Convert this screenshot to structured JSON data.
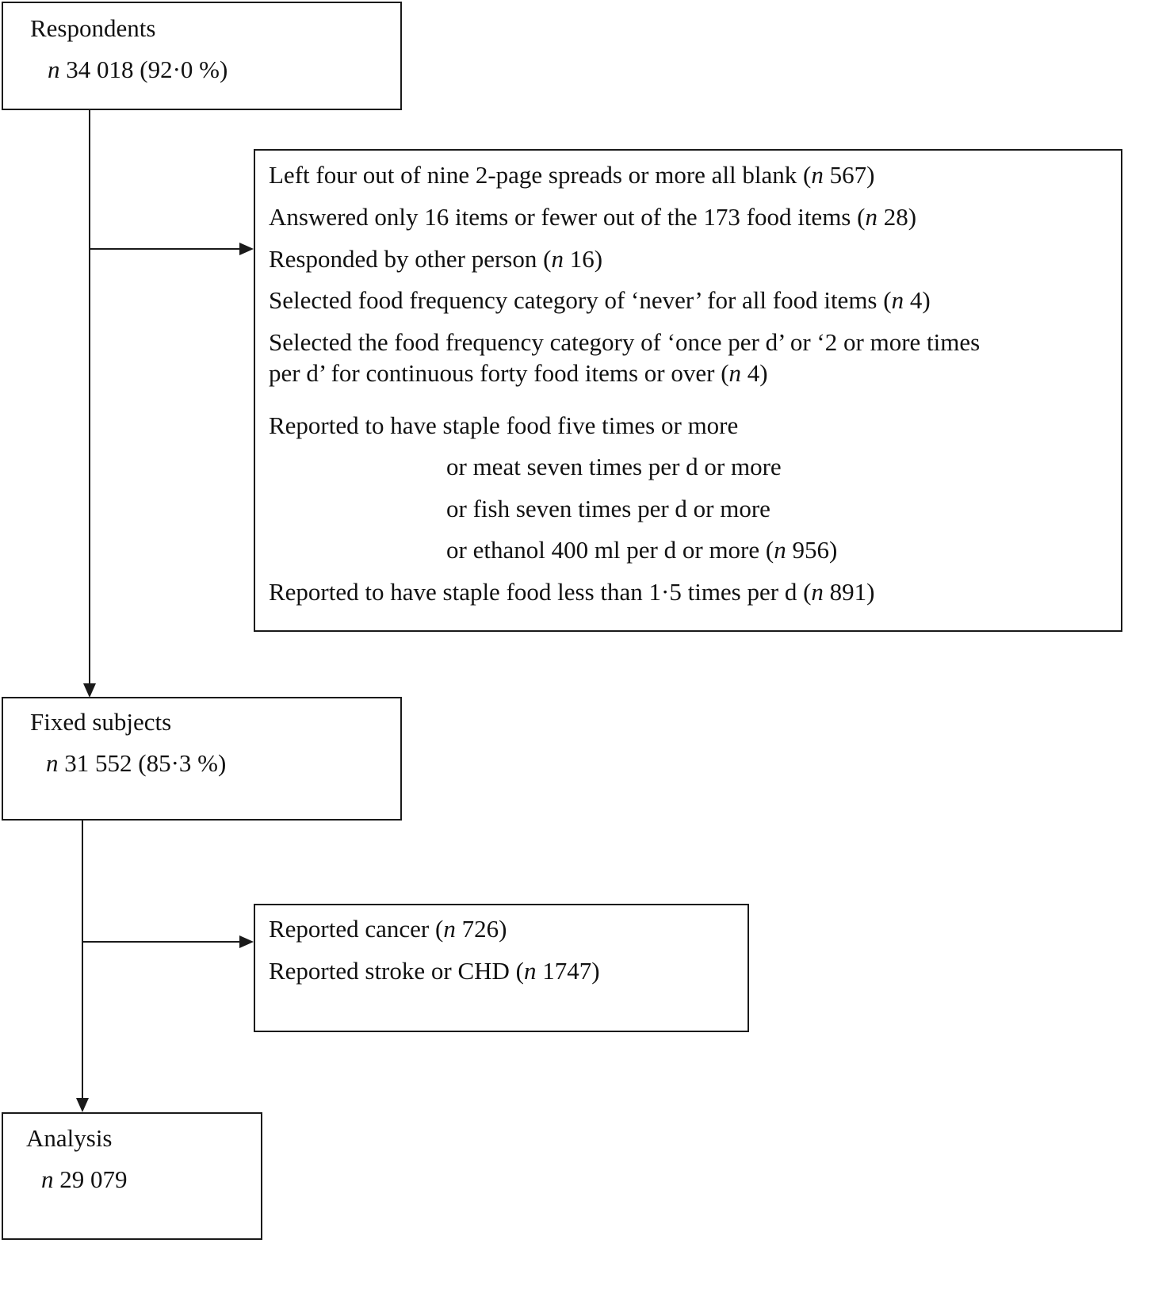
{
  "respondents": {
    "title": "Respondents",
    "n_prefix": "n",
    "count": "34 018 (92·0 %)"
  },
  "exclusions_1": {
    "items": [
      {
        "text": "Left four out of nine 2-page spreads or more all blank (",
        "n": "n",
        "value": " 567)"
      },
      {
        "text": "Answered only 16 items or fewer out of the 173 food items (",
        "n": "n",
        "value": " 28)"
      },
      {
        "text": "Responded by other person (",
        "n": "n",
        "value": " 16)"
      },
      {
        "text": "Selected food frequency category of ‘never’ for all food items (",
        "n": "n",
        "value": " 4)"
      },
      {
        "text": "Selected the food frequency category of ‘once per d’ or ‘2 or more times",
        "continuation": "per d’ for continuous forty food items or over (",
        "n": "n",
        "value": " 4)"
      },
      {
        "text": "Reported to have staple food five times or more"
      },
      {
        "text": "or meat seven times per d or more"
      },
      {
        "text": "or fish seven times per d or more"
      },
      {
        "text": "or ethanol 400 ml per d or more (",
        "n": "n",
        "value": " 956)"
      },
      {
        "text": "Reported to have staple food less than 1·5 times per d (",
        "n": "n",
        "value": " 891)"
      }
    ]
  },
  "fixed_subjects": {
    "title": "Fixed subjects",
    "n_prefix": "n",
    "count": "31 552 (85·3 %)"
  },
  "exclusions_2": {
    "items": [
      {
        "text": "Reported cancer (",
        "n": "n",
        "value": " 726)"
      },
      {
        "text": "Reported stroke or CHD (",
        "n": "n",
        "value": " 1747)"
      }
    ]
  },
  "analysis": {
    "title": "Analysis",
    "n_prefix": "n",
    "count": "29 079"
  }
}
